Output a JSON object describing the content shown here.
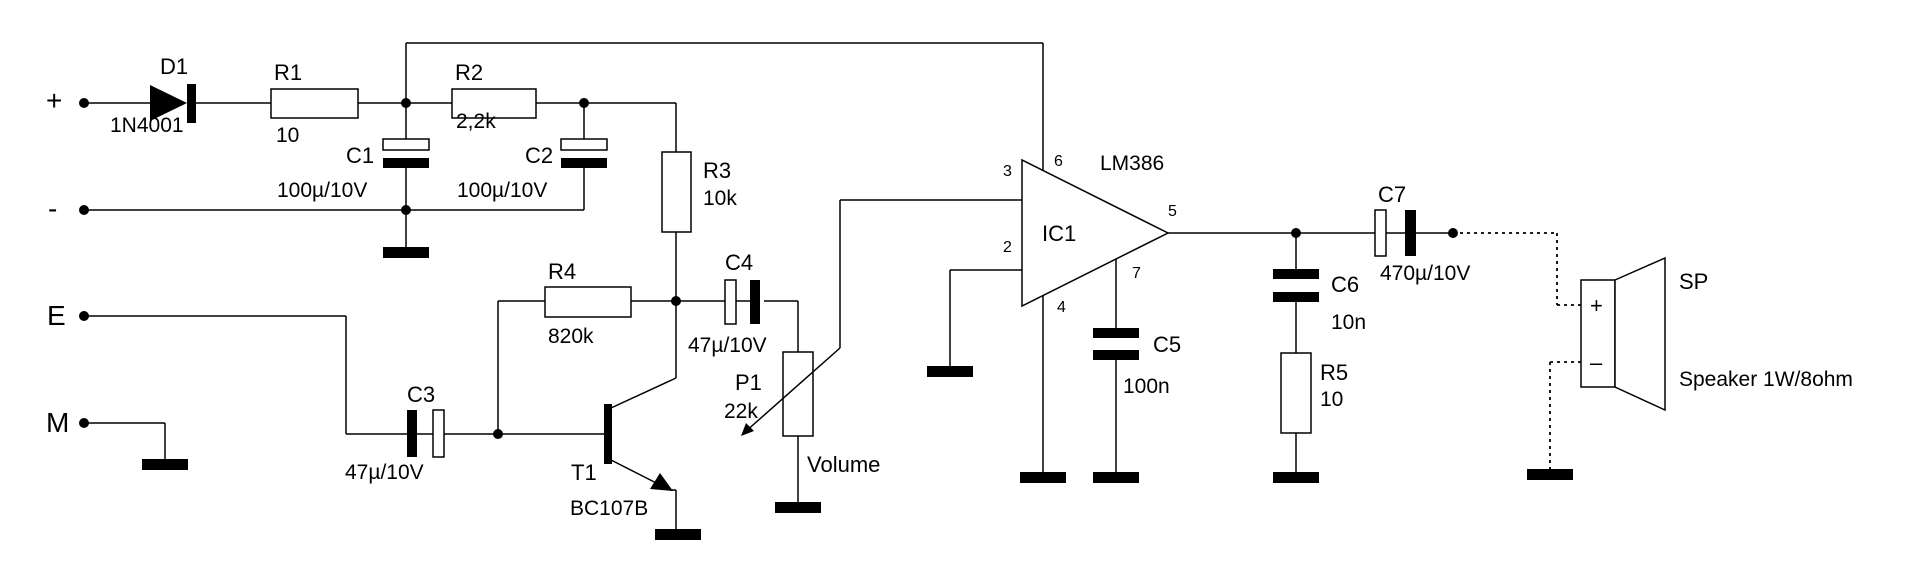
{
  "terminals": {
    "plus": "+",
    "minus": "-",
    "e": "E",
    "m": "M"
  },
  "d1": {
    "name": "D1",
    "value": "1N4001"
  },
  "r1": {
    "name": "R1",
    "value": "10"
  },
  "r2": {
    "name": "R2",
    "value": "2,2k"
  },
  "r3": {
    "name": "R3",
    "value": "10k"
  },
  "r4": {
    "name": "R4",
    "value": "820k"
  },
  "r5": {
    "name": "R5",
    "value": "10"
  },
  "c1": {
    "name": "C1",
    "value": "100µ/10V"
  },
  "c2": {
    "name": "C2",
    "value": "100µ/10V"
  },
  "c3": {
    "name": "C3",
    "value": "47µ/10V"
  },
  "c4": {
    "name": "C4",
    "value": "47µ/10V"
  },
  "c5": {
    "name": "C5",
    "value": "100n"
  },
  "c6": {
    "name": "C6",
    "value": "10n"
  },
  "c7": {
    "name": "C7",
    "value": "470µ/10V"
  },
  "p1": {
    "name": "P1",
    "value": "22k",
    "caption": "Volume"
  },
  "t1": {
    "name": "T1",
    "value": "BC107B"
  },
  "ic1": {
    "name": "IC1",
    "part": "LM386",
    "pins": {
      "p2": "2",
      "p3": "3",
      "p4": "4",
      "p5": "5",
      "p6": "6",
      "p7": "7"
    }
  },
  "sp": {
    "name": "SP",
    "value": "Speaker 1W/8ohm",
    "plus": "+",
    "minus": "–"
  }
}
